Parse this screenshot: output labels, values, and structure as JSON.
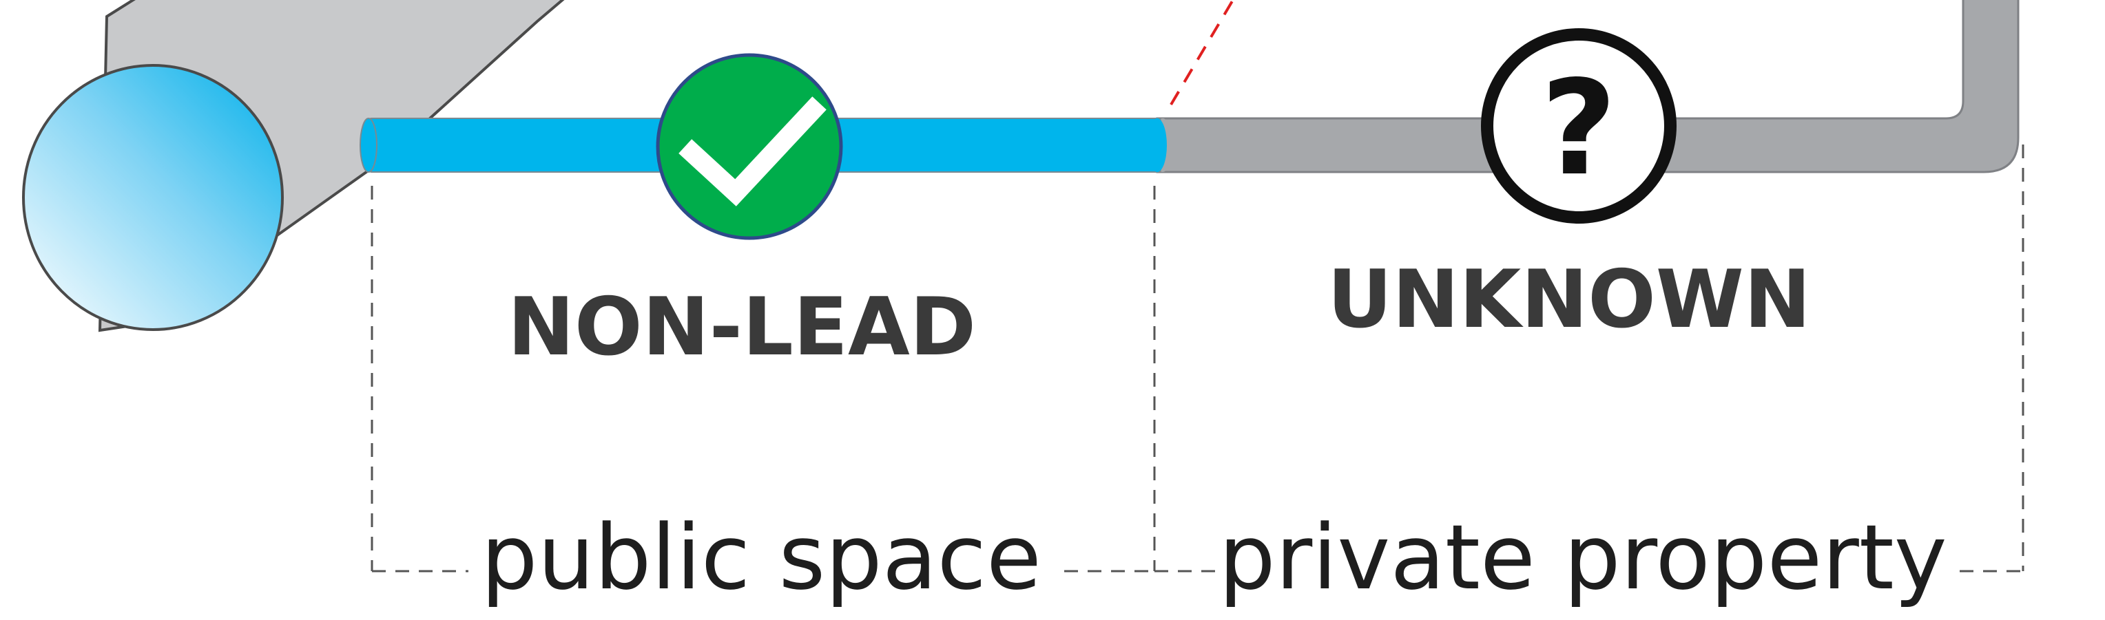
{
  "labels": {
    "public_status": "NON-LEAD",
    "private_status": "UNKNOWN",
    "public_zone": "public space",
    "private_zone": "private property",
    "unknown_symbol": "?"
  },
  "icons": {
    "public": "checkmark-icon",
    "private": "question-mark-icon"
  },
  "colors": {
    "public_pipe": "#00b5ec",
    "private_pipe": "#a6a8ab",
    "check_badge": "#00ad4b",
    "main_pipe": "#c8c9cb",
    "property_line": "#e02020",
    "status_text": "#3a3a3a",
    "zone_text": "#1e1e1e"
  }
}
